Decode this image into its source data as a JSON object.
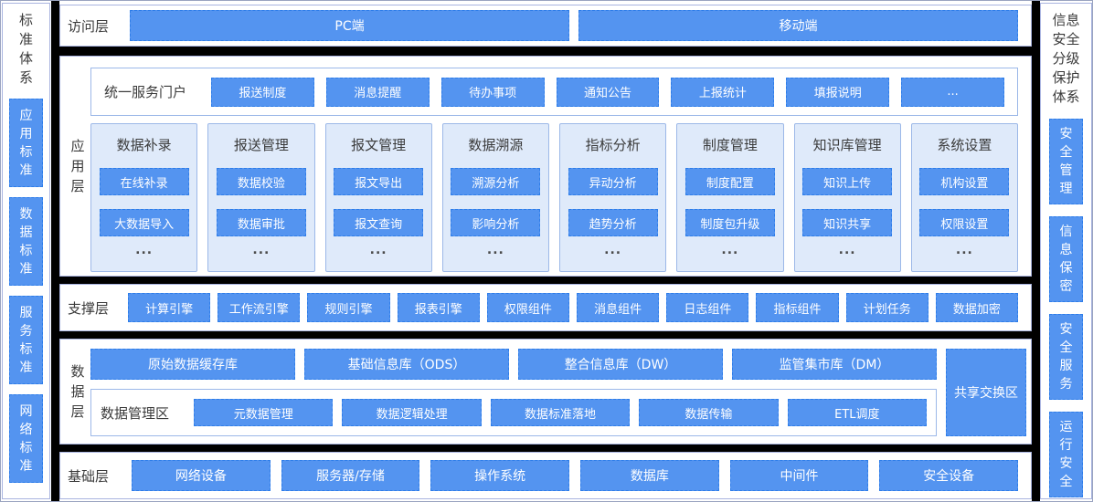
{
  "colors": {
    "block_blue": "#5494f0",
    "block_dashed_border": "#2e7de9",
    "panel_light_blue": "#dfeafa",
    "panel_border": "#9cb8e8",
    "section_border": "#a9b4e0",
    "separator_black": "#000000",
    "label_text": "#3a3a3a"
  },
  "left_sidebar": {
    "title": "标准体系",
    "items": [
      "应用标准",
      "数据标准",
      "服务标准",
      "网络标准"
    ]
  },
  "right_sidebar": {
    "title": "信息安全分级保护体系",
    "items": [
      "安全管理",
      "信息保密",
      "安全服务",
      "运行安全"
    ]
  },
  "layers": {
    "access": {
      "label": "访问层",
      "items": [
        "PC端",
        "移动端"
      ]
    },
    "application": {
      "label": "应用层",
      "portal": {
        "label": "统一服务门户",
        "items": [
          "报送制度",
          "消息提醒",
          "待办事项",
          "通知公告",
          "上报统计",
          "填报说明",
          "..."
        ]
      },
      "modules": [
        {
          "title": "数据补录",
          "items": [
            "在线补录",
            "大数据导入"
          ],
          "more": "..."
        },
        {
          "title": "报送管理",
          "items": [
            "数据校验",
            "数据审批"
          ],
          "more": "..."
        },
        {
          "title": "报文管理",
          "items": [
            "报文导出",
            "报文查询"
          ],
          "more": "..."
        },
        {
          "title": "数据溯源",
          "items": [
            "溯源分析",
            "影响分析"
          ],
          "more": "..."
        },
        {
          "title": "指标分析",
          "items": [
            "异动分析",
            "趋势分析"
          ],
          "more": "..."
        },
        {
          "title": "制度管理",
          "items": [
            "制度配置",
            "制度包升级"
          ],
          "more": "..."
        },
        {
          "title": "知识库管理",
          "items": [
            "知识上传",
            "知识共享"
          ],
          "more": "..."
        },
        {
          "title": "系统设置",
          "items": [
            "机构设置",
            "权限设置"
          ],
          "more": "..."
        }
      ]
    },
    "support": {
      "label": "支撑层",
      "items": [
        "计算引擎",
        "工作流引擎",
        "规则引擎",
        "报表引擎",
        "权限组件",
        "消息组件",
        "日志组件",
        "指标组件",
        "计划任务",
        "数据加密"
      ]
    },
    "data": {
      "label": "数据层",
      "stores": [
        "原始数据缓存库",
        "基础信息库（ODS）",
        "整合信息库（DW）",
        "监管集市库（DM）"
      ],
      "management": {
        "label": "数据管理区",
        "items": [
          "元数据管理",
          "数据逻辑处理",
          "数据标准落地",
          "数据传输",
          "ETL调度"
        ]
      },
      "exchange": "共享交换区"
    },
    "infrastructure": {
      "label": "基础层",
      "items": [
        "网络设备",
        "服务器/存储",
        "操作系统",
        "数据库",
        "中间件",
        "安全设备"
      ]
    }
  }
}
